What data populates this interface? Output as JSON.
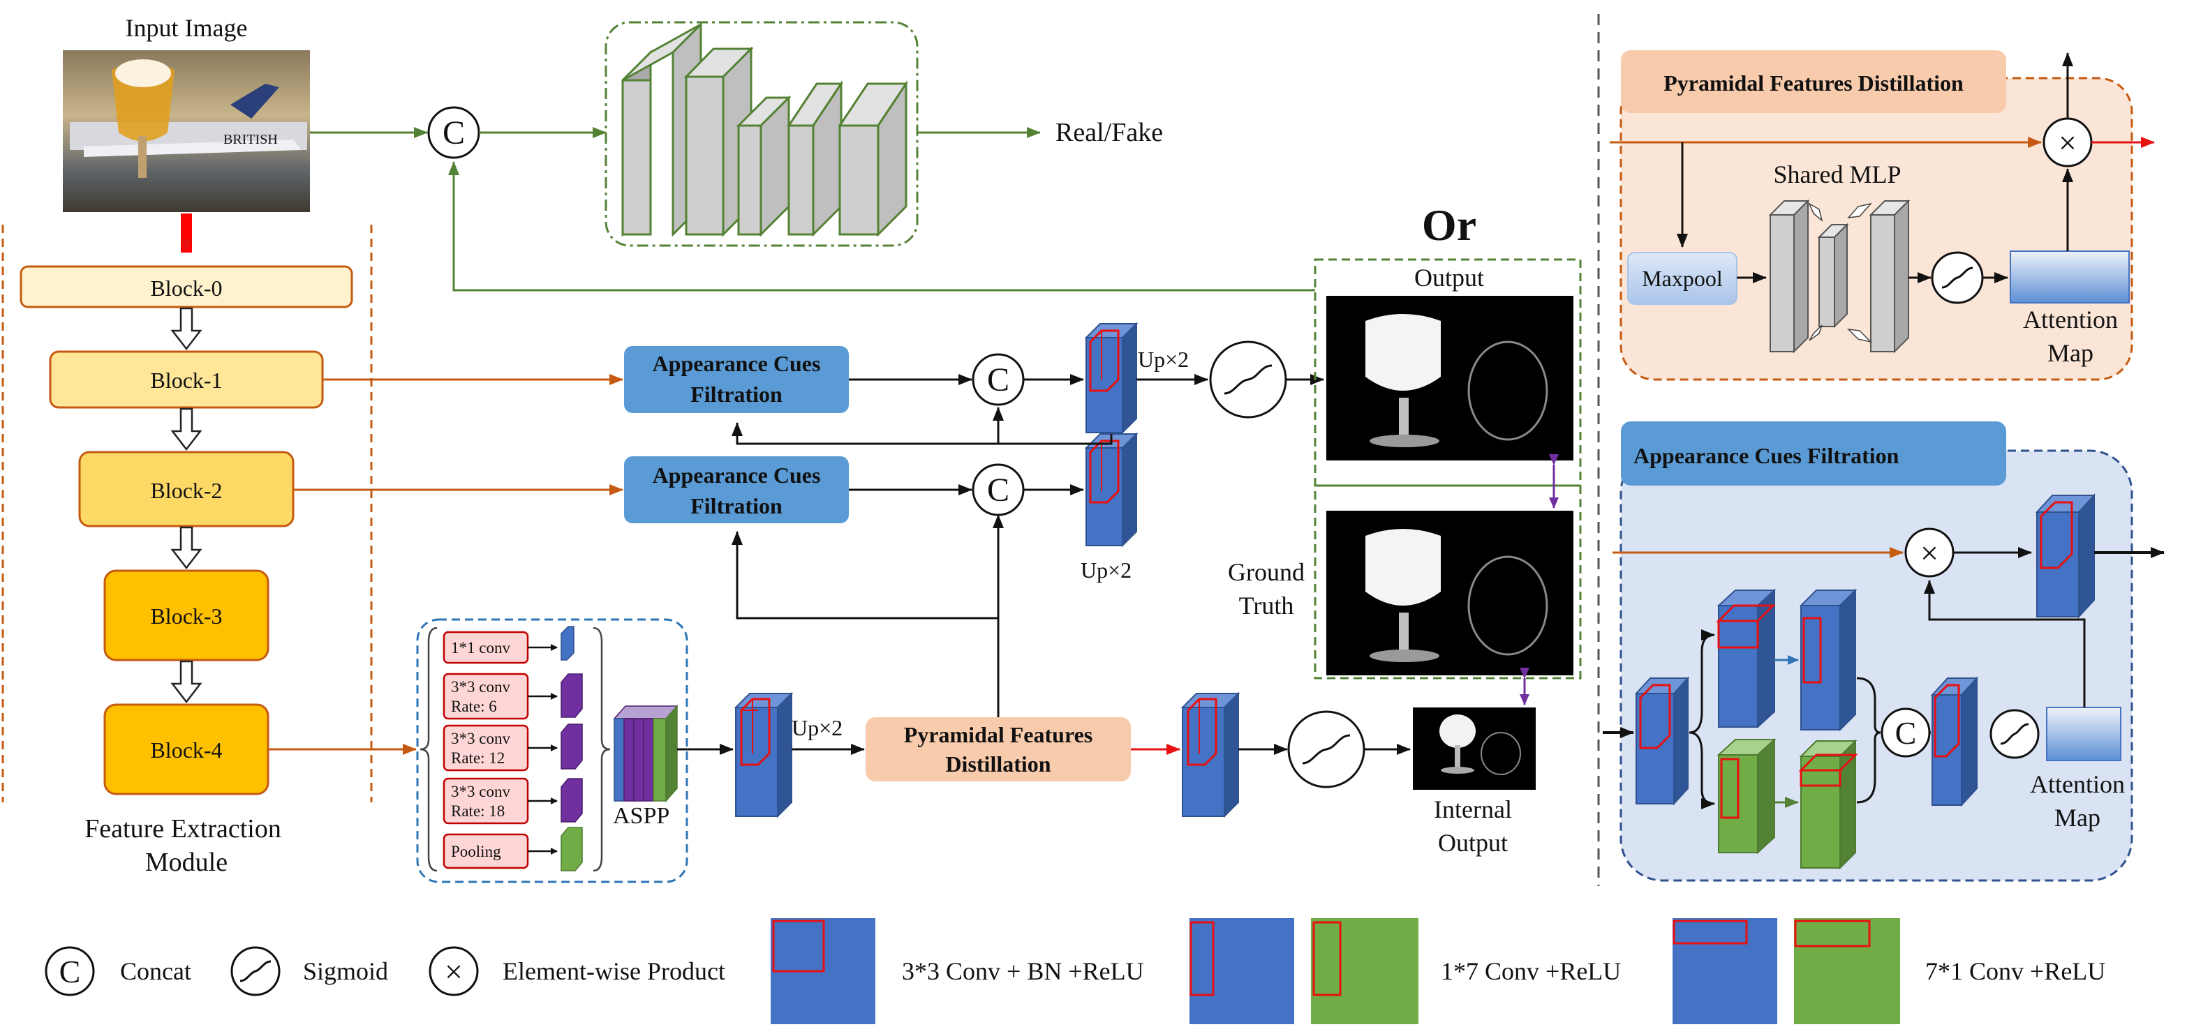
{
  "input_image": {
    "title": "Input Image",
    "sign_text": "BRITISH"
  },
  "discriminator": {
    "output_label": "Real/Fake"
  },
  "or_label": "Or",
  "feature_extraction": {
    "blocks": [
      "Block-0",
      "Block-1",
      "Block-2",
      "Block-3",
      "Block-4"
    ],
    "caption_line1": "Feature Extraction",
    "caption_line2": "Module"
  },
  "aspp": {
    "label": "ASPP",
    "branches": [
      {
        "line1": "1*1 conv",
        "line2": ""
      },
      {
        "line1": "3*3 conv",
        "line2": "Rate: 6"
      },
      {
        "line1": "3*3 conv",
        "line2": "Rate: 12"
      },
      {
        "line1": "3*3 conv",
        "line2": "Rate: 18"
      },
      {
        "line1": "Pooling",
        "line2": ""
      }
    ]
  },
  "decoder": {
    "acf_line1": "Appearance Cues",
    "acf_line2": "Filtration",
    "pfd_line1": "Pyramidal Features",
    "pfd_line2": "Distillation",
    "up_label": "Up×2"
  },
  "outputs": {
    "output_label": "Output",
    "gt_line1": "Ground",
    "gt_line2": "Truth",
    "internal_line1": "Internal",
    "internal_line2": "Output"
  },
  "pfd_detail": {
    "title": "Pyramidal Features Distillation",
    "maxpool": "Maxpool",
    "shared_mlp": "Shared MLP",
    "attn_line1": "Attention",
    "attn_line2": "Map"
  },
  "acf_detail": {
    "title": "Appearance Cues Filtration",
    "attn_line1": "Attention",
    "attn_line2": "Map"
  },
  "legend": {
    "concat": "Concat",
    "sigmoid": "Sigmoid",
    "product": "Element-wise Product",
    "conv33": "3*3 Conv + BN +ReLU",
    "conv17": "1*7 Conv +ReLU",
    "conv71": "7*1 Conv +ReLU"
  },
  "symbols": {
    "concat": "C",
    "product": "×"
  },
  "colors": {
    "blue": "#4472c4",
    "green": "#70ad47",
    "purple": "#7030a0",
    "orange_line": "#c55a11",
    "green_line": "#548235",
    "acf_box": "#5b9bd5",
    "pfd_box": "#f8cbad",
    "red": "#e81010"
  }
}
